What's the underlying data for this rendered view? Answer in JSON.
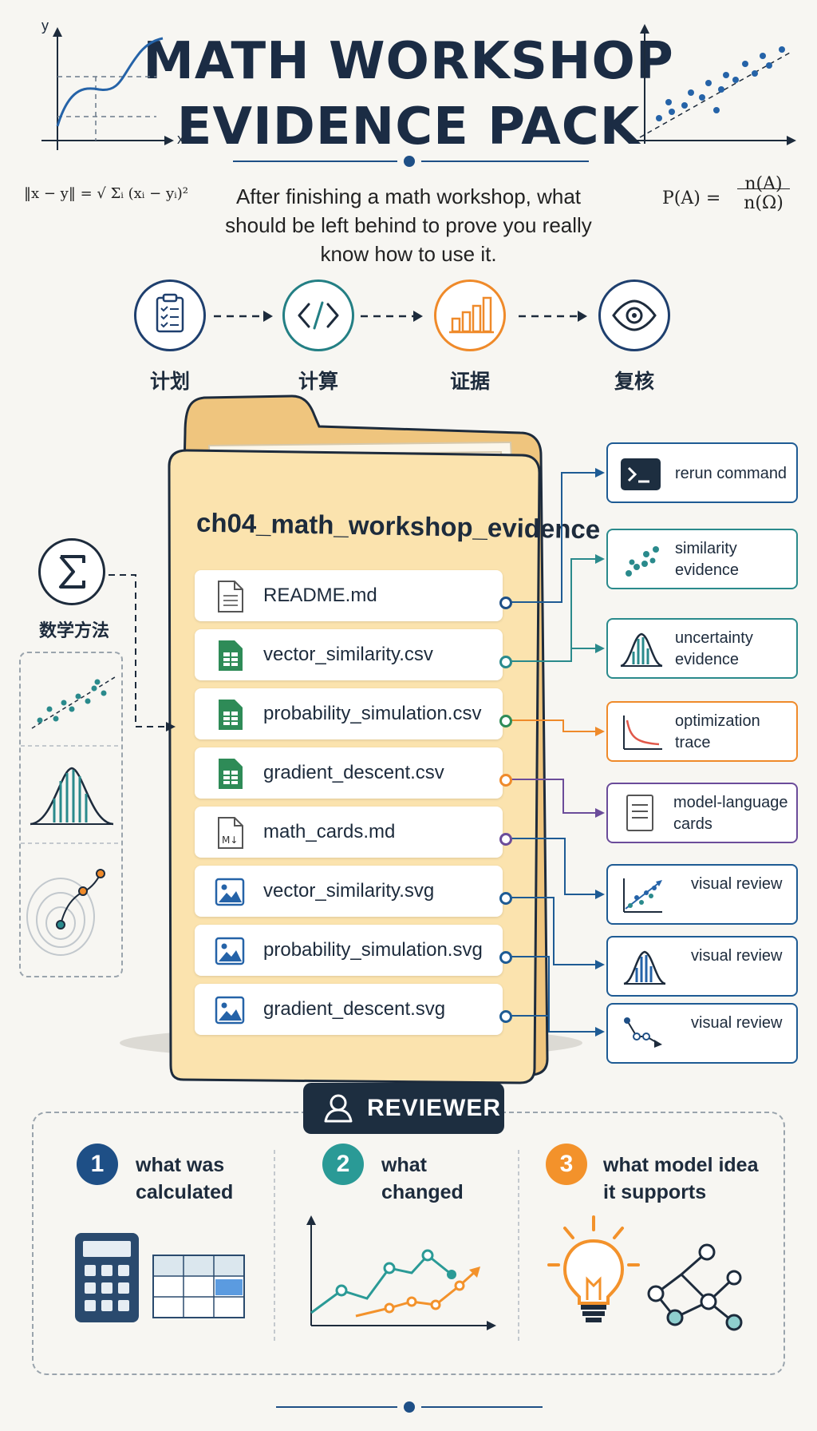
{
  "header": {
    "title_line1": "MATH WORKSHOP",
    "title_line2": "EVIDENCE PACK",
    "subtitle": "After finishing a math workshop, what should be left behind to prove you really know how to use it."
  },
  "decor": {
    "axis_y": "y",
    "axis_x": "x",
    "formula_left": "‖x − y‖ = √ Σᵢ (xᵢ − yᵢ)²",
    "formula_right_lhs": "P(A) =",
    "formula_right_num": "n(A)",
    "formula_right_den": "n(Ω)"
  },
  "steps": [
    {
      "label": "计划",
      "icon": "clipboard-checklist-icon"
    },
    {
      "label": "计算",
      "icon": "code-icon"
    },
    {
      "label": "证据",
      "icon": "bar-chart-icon"
    },
    {
      "label": "复核",
      "icon": "eye-icon"
    }
  ],
  "methods": {
    "label": "数学方法",
    "icon": "sigma-icon",
    "panels": [
      "scatter-trend-icon",
      "bell-curve-icon",
      "gradient-contour-icon"
    ]
  },
  "folder": {
    "name": "ch04_math_workshop_evidence",
    "files": [
      {
        "name": "README.md",
        "icon": "document-icon"
      },
      {
        "name": "vector_similarity.csv",
        "icon": "spreadsheet-icon"
      },
      {
        "name": "probability_simulation.csv",
        "icon": "spreadsheet-icon"
      },
      {
        "name": "gradient_descent.csv",
        "icon": "spreadsheet-icon"
      },
      {
        "name": "math_cards.md",
        "icon": "markdown-icon"
      },
      {
        "name": "vector_similarity.svg",
        "icon": "image-icon"
      },
      {
        "name": "probability_simulation.svg",
        "icon": "image-icon"
      },
      {
        "name": "gradient_descent.svg",
        "icon": "image-icon"
      }
    ]
  },
  "evidence": [
    {
      "label": "rerun command",
      "icon": "terminal-icon",
      "color": "#1e5b94"
    },
    {
      "label": "similarity evidence",
      "icon": "scatter-dots-icon",
      "color": "#2a8a8c"
    },
    {
      "label": "uncertainty evidence",
      "icon": "bell-curve-icon",
      "color": "#2a8a8c"
    },
    {
      "label": "optimization trace",
      "icon": "decay-curve-icon",
      "color": "#ef8a2a"
    },
    {
      "label": "model-language cards",
      "icon": "document-icon",
      "color": "#6b4c9a"
    },
    {
      "label": "visual review",
      "icon": "scatter-plot-icon",
      "color": "#1e5b94"
    },
    {
      "label": "visual review",
      "icon": "bell-curve-icon",
      "color": "#1e5b94"
    },
    {
      "label": "visual review",
      "icon": "descent-path-icon",
      "color": "#1e5b94"
    }
  ],
  "reviewer": {
    "badge": "REVIEWER",
    "icon": "person-icon",
    "questions": [
      {
        "number": "1",
        "text": "what was calculated",
        "color": "#1e4f86",
        "icon": "calculator-icon"
      },
      {
        "number": "2",
        "text": "what changed",
        "color": "#2a9a96",
        "icon": "line-chart-icon"
      },
      {
        "number": "3",
        "text": "what model idea it supports",
        "color": "#f3922b",
        "icon": "lightbulb-icon"
      }
    ]
  }
}
